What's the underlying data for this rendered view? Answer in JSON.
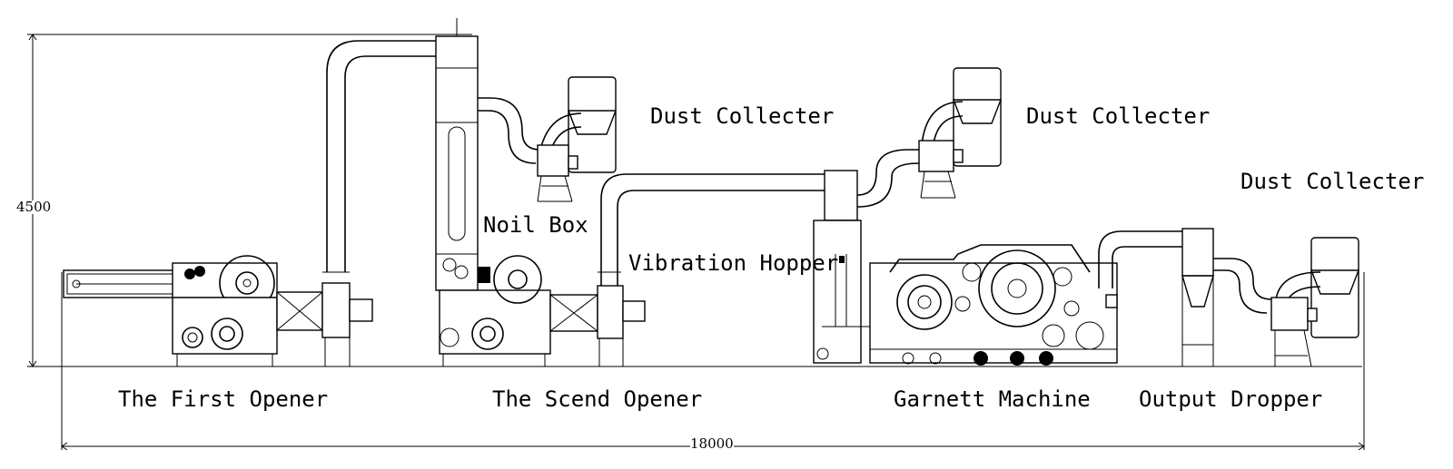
{
  "labels": {
    "dust_collector_1": "Dust Collecter",
    "dust_collector_2": "Dust Collecter",
    "dust_collector_3": "Dust Collecter",
    "noil_box": "Noil Box",
    "vibration_hopper": "Vibration Hopper",
    "first_opener": "The First Opener",
    "second_opener": "The Scend Opener",
    "garnett_machine": "Garnett Machine",
    "output_dropper": "Output Dropper"
  },
  "dimensions": {
    "height": "4500",
    "width": "18000"
  }
}
